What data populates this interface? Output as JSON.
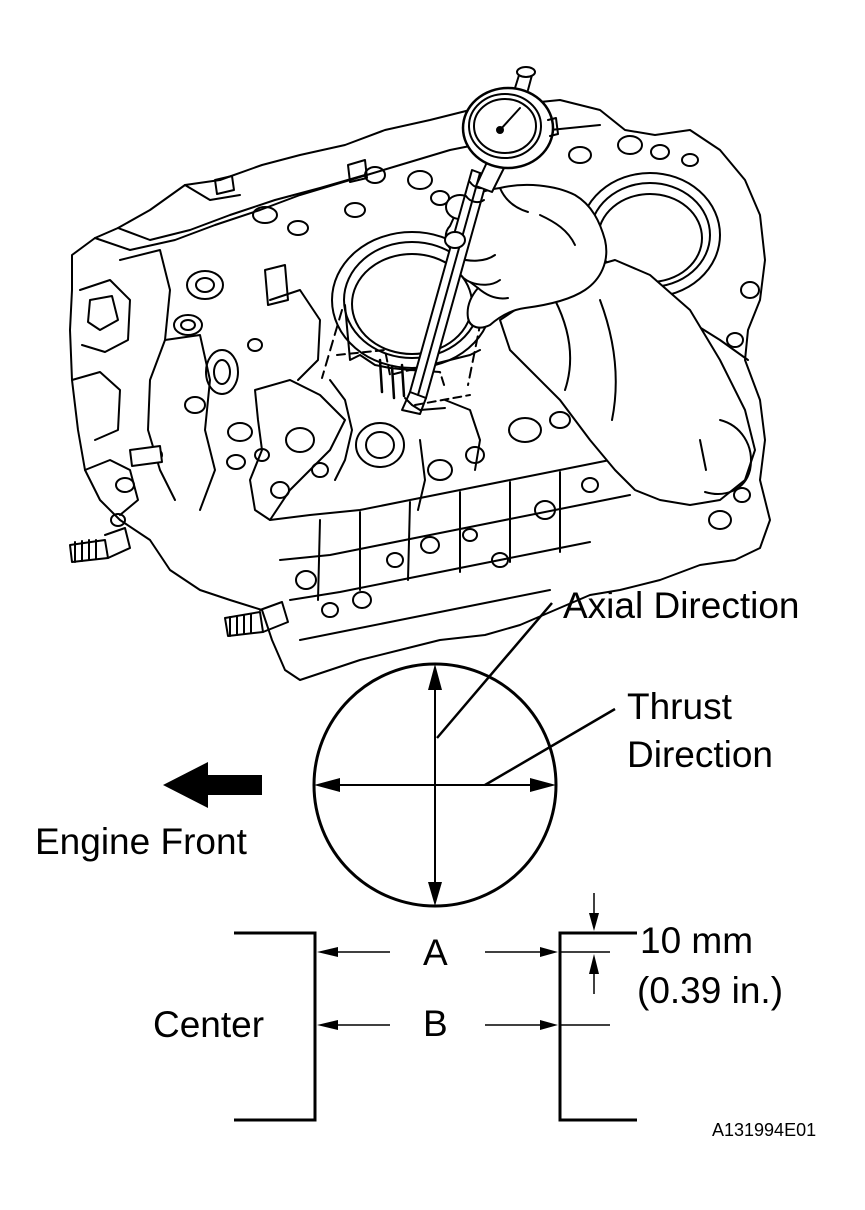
{
  "labels": {
    "axial_direction": "Axial Direction",
    "thrust_line1": "Thrust",
    "thrust_line2": "Direction",
    "engine_front": "Engine Front",
    "point_a": "A",
    "point_b": "B",
    "center": "Center",
    "offset_mm": "10 mm",
    "offset_in": "(0.39 in.)",
    "figure_code": "A131994E01"
  },
  "colors": {
    "ink": "#000000",
    "paper": "#ffffff"
  }
}
